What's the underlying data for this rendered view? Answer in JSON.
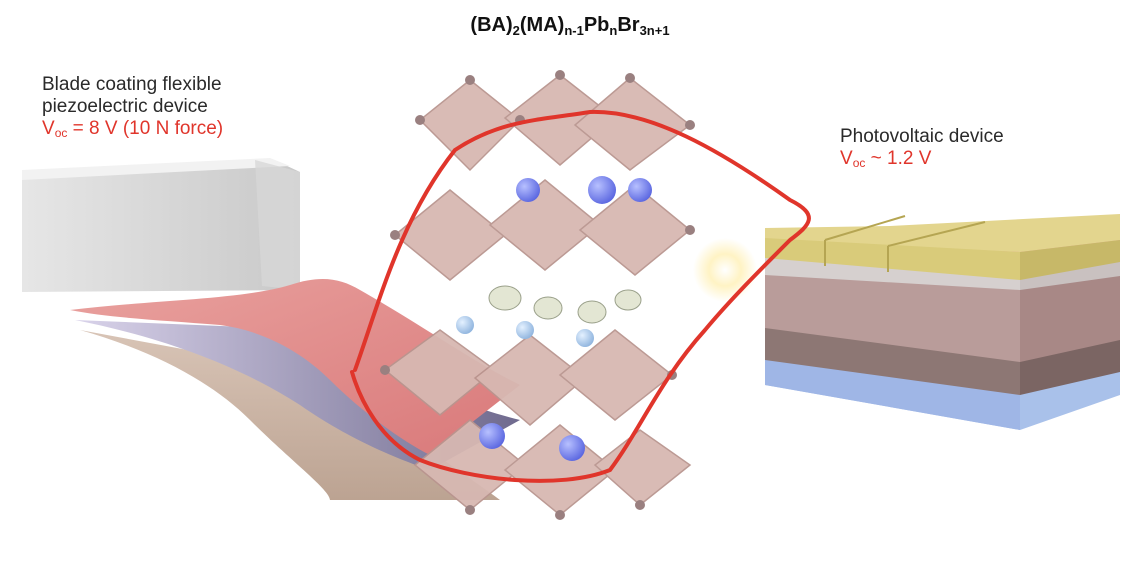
{
  "title": {
    "part1": "(BA)",
    "sub1": "2",
    "part2": "(MA)",
    "sub2": "n-1",
    "part3": "Pb",
    "sub3": "n",
    "part4": "Br",
    "sub4": "3n+1"
  },
  "left_device": {
    "line1": "Blade coating flexible",
    "line2": "piezoelectric device",
    "voc_symbol": "V",
    "voc_sub": "oc",
    "voc_value": " = 8 V (10 N force)"
  },
  "right_device": {
    "line1": "Photovoltaic device",
    "voc_symbol": "V",
    "voc_sub": "oc",
    "voc_value": " ~ 1.2 V"
  },
  "colors": {
    "accent_red": "#e0352b",
    "octahedron": "#d8b9b3",
    "cation_blue": "#6f7df0",
    "organic": "#dfe3d2",
    "gold": "#d9cb7a"
  }
}
